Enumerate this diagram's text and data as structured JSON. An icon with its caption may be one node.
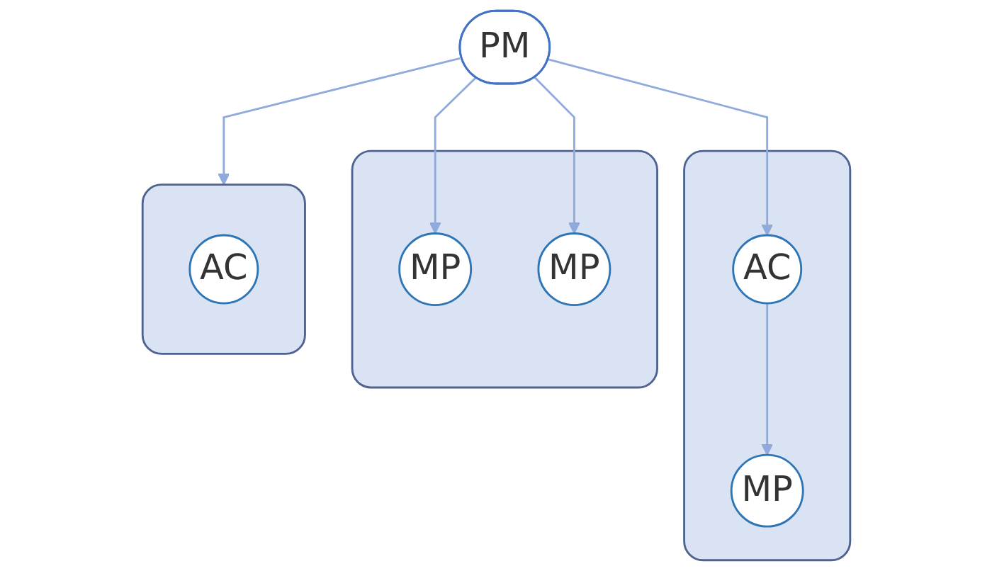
{
  "diagram": {
    "nodes": [
      {
        "text": [
          "PM"
        ]
      },
      {
        "text": [],
        "shape": "box"
      },
      {
        "text": [
          "AC"
        ],
        "in": 1
      },
      {
        "text": [
          "MP"
        ],
        "in": 1
      },
      {
        "text": [],
        "shape": "box"
      },
      {
        "text": [
          "MP"
        ],
        "in": 4
      },
      {
        "text": [
          "MP"
        ],
        "in": 4
      },
      {
        "text": [],
        "shape": "box"
      },
      {
        "text": [
          "AC"
        ],
        "in": 7
      }
    ],
    "edges": [
      {
        "from": 0,
        "to": 2,
        "arrow": "to"
      },
      {
        "from": 2,
        "to": 3,
        "arrow": "to"
      },
      {
        "from": 0,
        "to": 5,
        "arrow": "to"
      },
      {
        "from": 0,
        "to": 6,
        "arrow": "to"
      },
      {
        "from": 0,
        "to": 7,
        "arrow": "to"
      }
    ]
  }
}
